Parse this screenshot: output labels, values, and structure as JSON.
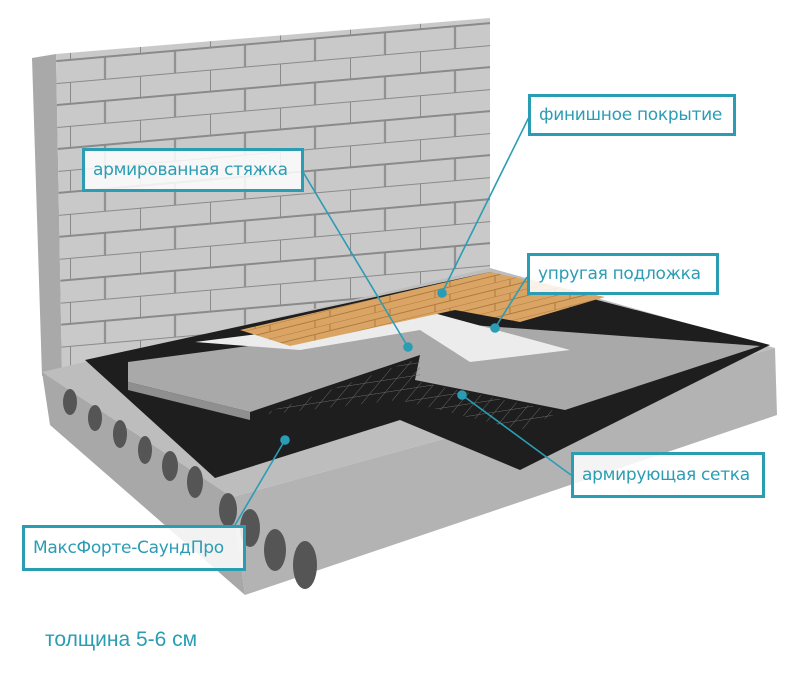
{
  "labels": {
    "finish": "финишное покрытие",
    "screed": "армированная стяжка",
    "underlay": "упругая подложка",
    "mesh": "армирующая сетка",
    "product": "МаксФорте-СаундПро"
  },
  "thickness": "толщина 5-6 см",
  "colors": {
    "accent": "#2a9db5"
  }
}
